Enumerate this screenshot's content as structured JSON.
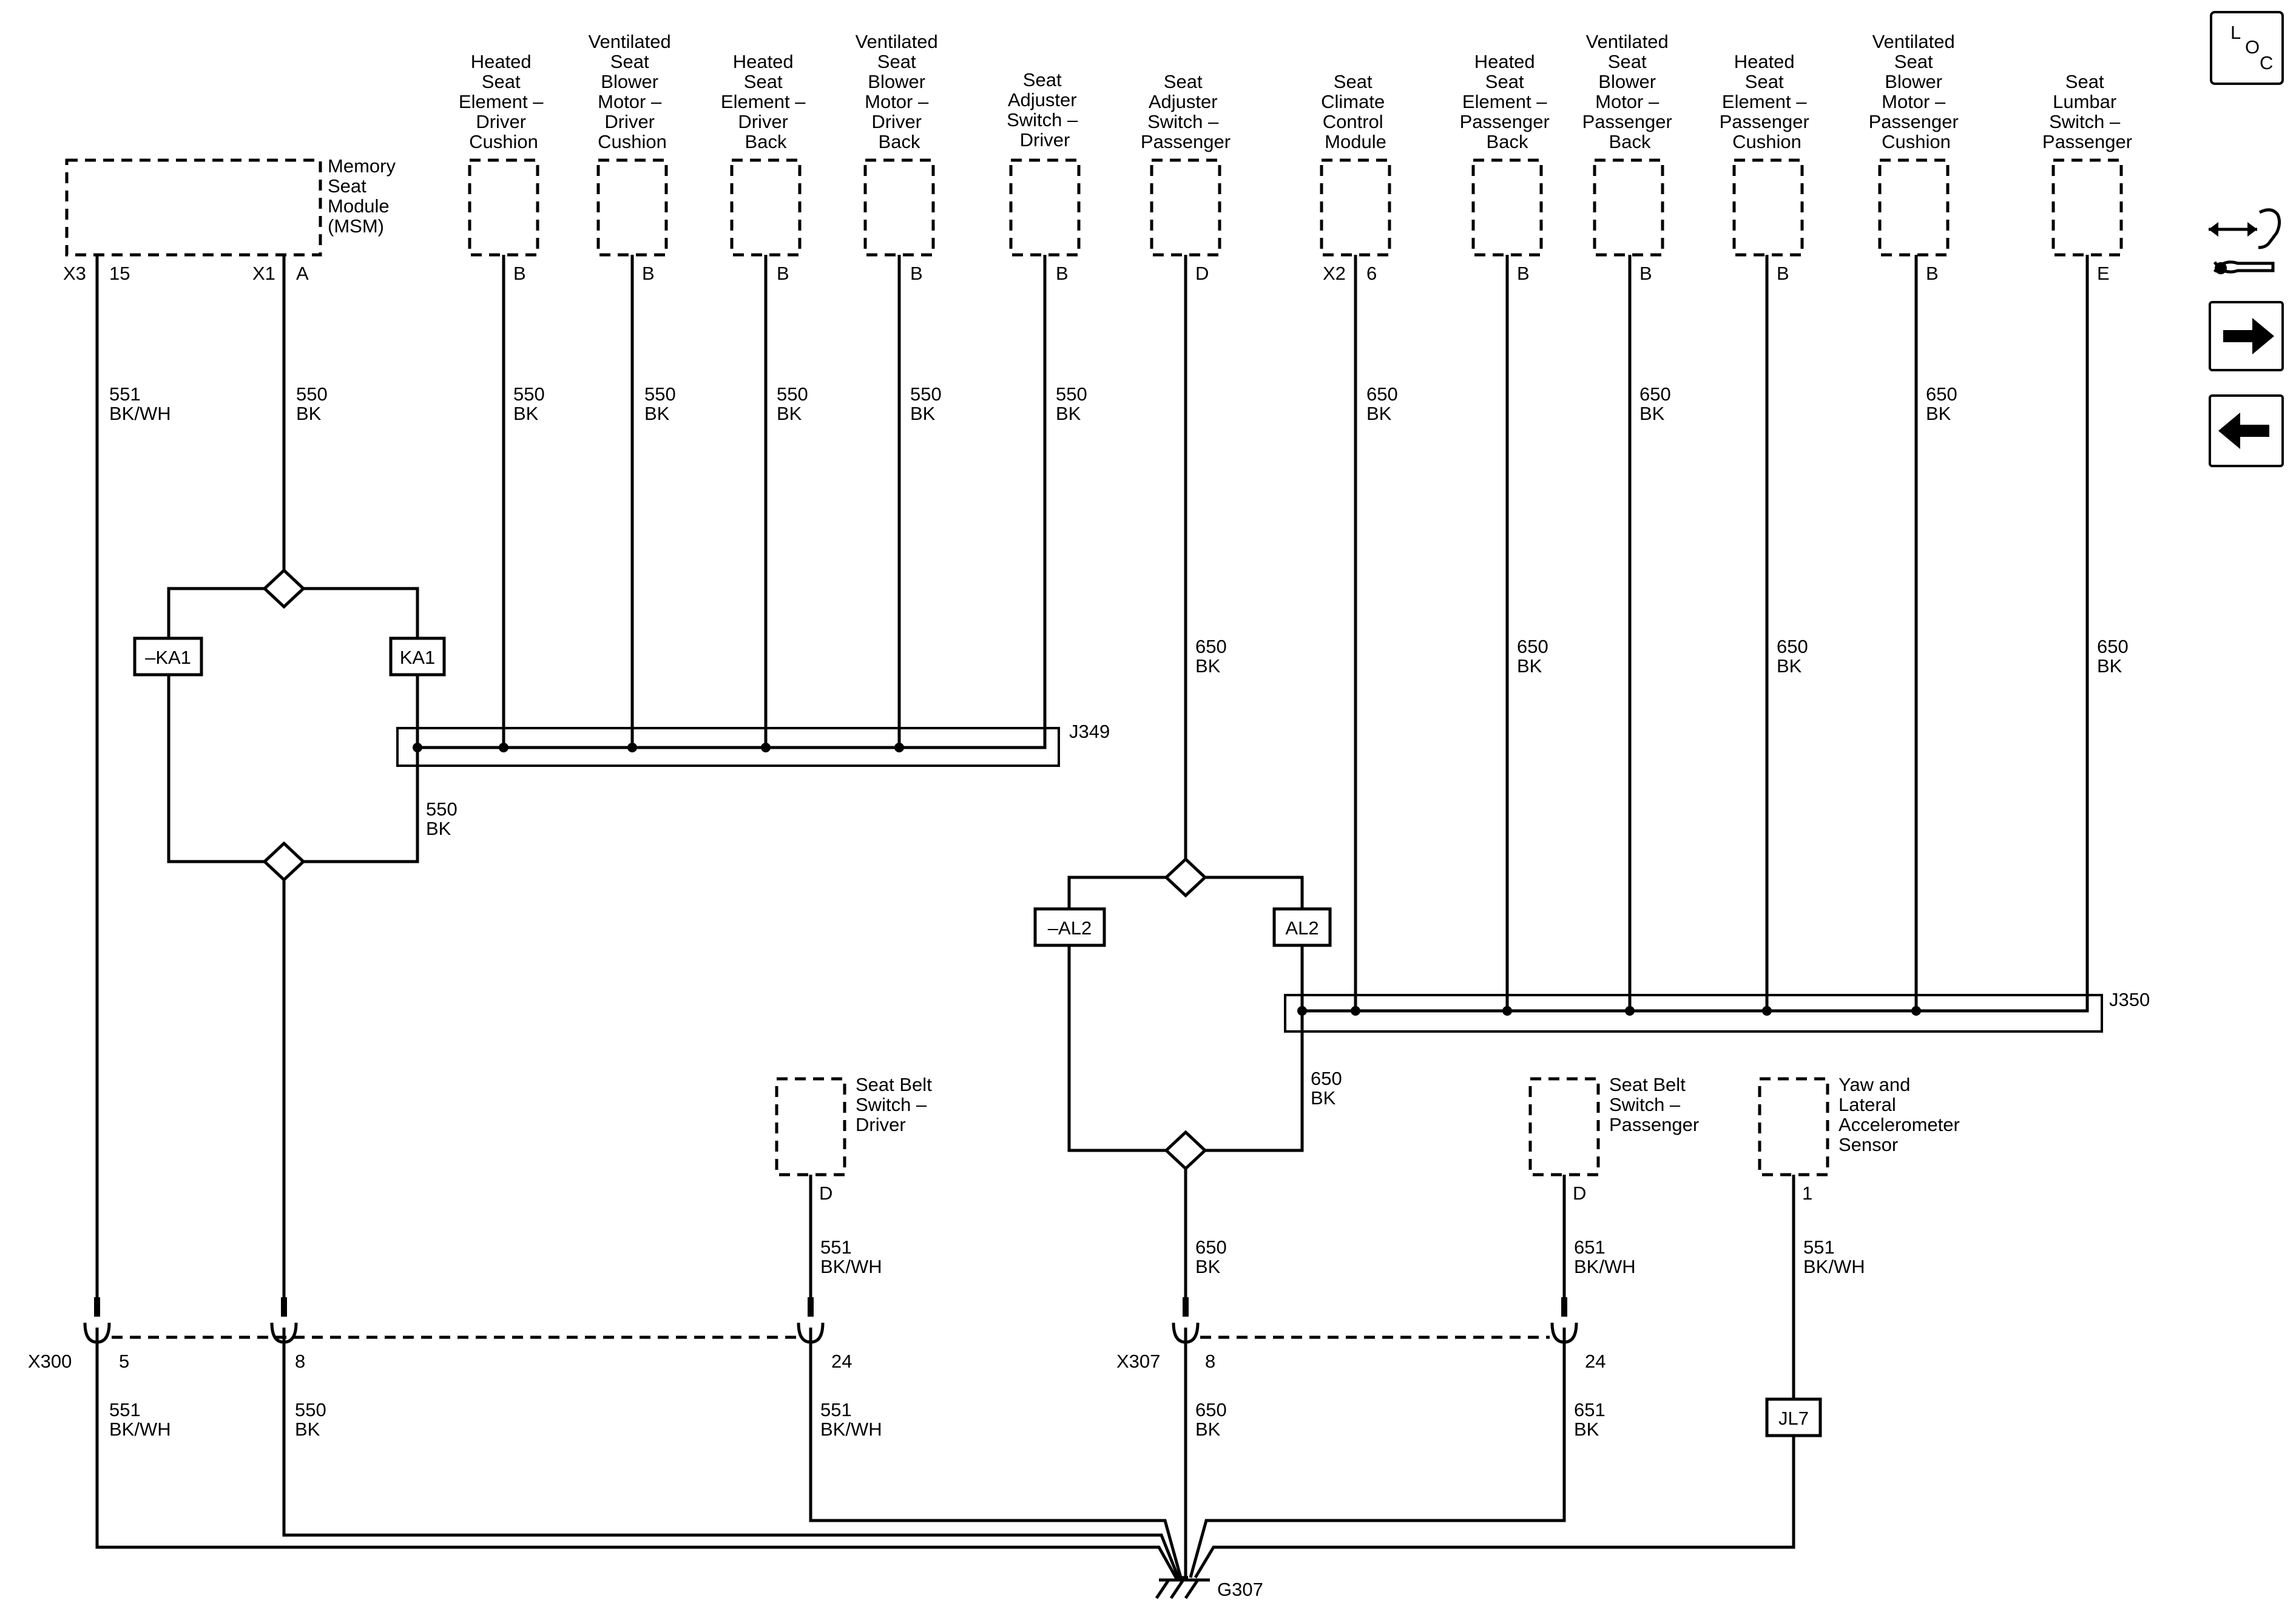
{
  "components": {
    "msm": [
      "Memory",
      "Seat",
      "Module",
      "(MSM)"
    ],
    "hs_drv_cush": [
      "Heated",
      "Seat",
      "Element –",
      "Driver",
      "Cushion"
    ],
    "vb_drv_cush": [
      "Ventilated",
      "Seat",
      "Blower",
      "Motor –",
      "Driver",
      "Cushion"
    ],
    "hs_drv_back": [
      "Heated",
      "Seat",
      "Element –",
      "Driver",
      "Back"
    ],
    "vb_drv_back": [
      "Ventilated",
      "Seat",
      "Blower",
      "Motor –",
      "Driver",
      "Back"
    ],
    "adj_drv": [
      "Seat",
      "Adjuster",
      "Switch –",
      "Driver"
    ],
    "adj_pass": [
      "Seat",
      "Adjuster",
      "Switch –",
      "Passenger"
    ],
    "climate": [
      "Seat",
      "Climate",
      "Control",
      "Module"
    ],
    "hs_pass_back": [
      "Heated",
      "Seat",
      "Element –",
      "Passenger",
      "Back"
    ],
    "vb_pass_back": [
      "Ventilated",
      "Seat",
      "Blower",
      "Motor –",
      "Passenger",
      "Back"
    ],
    "hs_pass_cush": [
      "Heated",
      "Seat",
      "Element –",
      "Passenger",
      "Cushion"
    ],
    "vb_pass_cush": [
      "Ventilated",
      "Seat",
      "Blower",
      "Motor –",
      "Passenger",
      "Cushion"
    ],
    "lumbar": [
      "Seat",
      "Lumbar",
      "Switch –",
      "Passenger"
    ],
    "belt_drv": [
      "Seat Belt",
      "Switch –",
      "Driver"
    ],
    "belt_pass": [
      "Seat Belt",
      "Switch –",
      "Passenger"
    ],
    "yaw": [
      "Yaw and",
      "Lateral",
      "Accelerometer",
      "Sensor"
    ]
  },
  "pins": {
    "msm_x3_conn": "X3",
    "msm_x3_pin": "15",
    "msm_x1_conn": "X1",
    "msm_x1_pin": "A",
    "hs_drv_cush": "B",
    "vb_drv_cush": "B",
    "hs_drv_back": "B",
    "vb_drv_back": "B",
    "adj_drv": "B",
    "adj_pass": "D",
    "climate_conn": "X2",
    "climate_pin": "6",
    "hs_pass_back": "B",
    "vb_pass_back": "B",
    "hs_pass_cush": "B",
    "vb_pass_cush": "B",
    "lumbar": "E",
    "belt_drv": "D",
    "belt_pass": "D",
    "yaw": "1"
  },
  "wires": {
    "w551bkwh": [
      "551",
      "BK/WH"
    ],
    "w550bk": [
      "550",
      "BK"
    ],
    "w650bk": [
      "650",
      "BK"
    ],
    "w651bkwh": [
      "651",
      "BK/WH"
    ],
    "w651bk": [
      "651",
      "BK"
    ]
  },
  "splices": {
    "ka1": "KA1",
    "ka1_neg": "–KA1",
    "al2": "AL2",
    "al2_neg": "–AL2",
    "jl7": "JL7"
  },
  "junctions": {
    "j349": "J349",
    "j350": "J350"
  },
  "connectors": {
    "x300": "X300",
    "x300_pins": [
      "5",
      "8",
      "24"
    ],
    "x307": "X307",
    "x307_pins": [
      "8",
      "24"
    ]
  },
  "ground": "G307",
  "nav": {
    "loc": [
      "L",
      "O",
      "C"
    ]
  }
}
